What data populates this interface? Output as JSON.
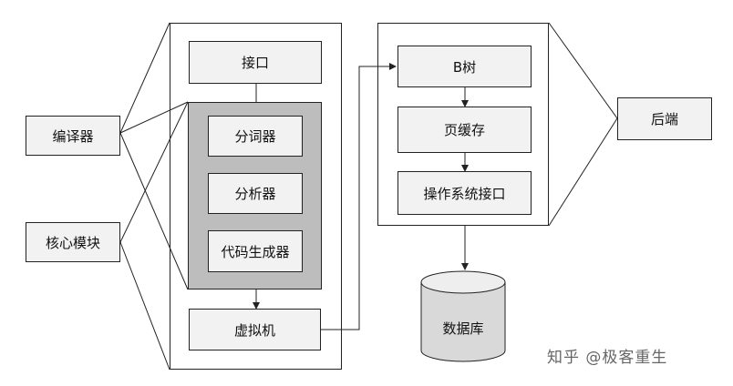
{
  "left_modules": {
    "compiler": "编译器",
    "core": "核心模块"
  },
  "core_column": {
    "interface": "接口",
    "tokenizer": "分词器",
    "parser": "分析器",
    "codegen": "代码生成器",
    "vm": "虚拟机"
  },
  "backend_column": {
    "btree": "B树",
    "page_cache": "页缓存",
    "os_interface": "操作系统接口"
  },
  "backend_label": "后端",
  "database_label": "数据库",
  "watermark": "知乎 @极客重生",
  "colors": {
    "box_fill": "#f2f2f2",
    "group_fill": "#bdbdbd",
    "line": "#222222"
  }
}
